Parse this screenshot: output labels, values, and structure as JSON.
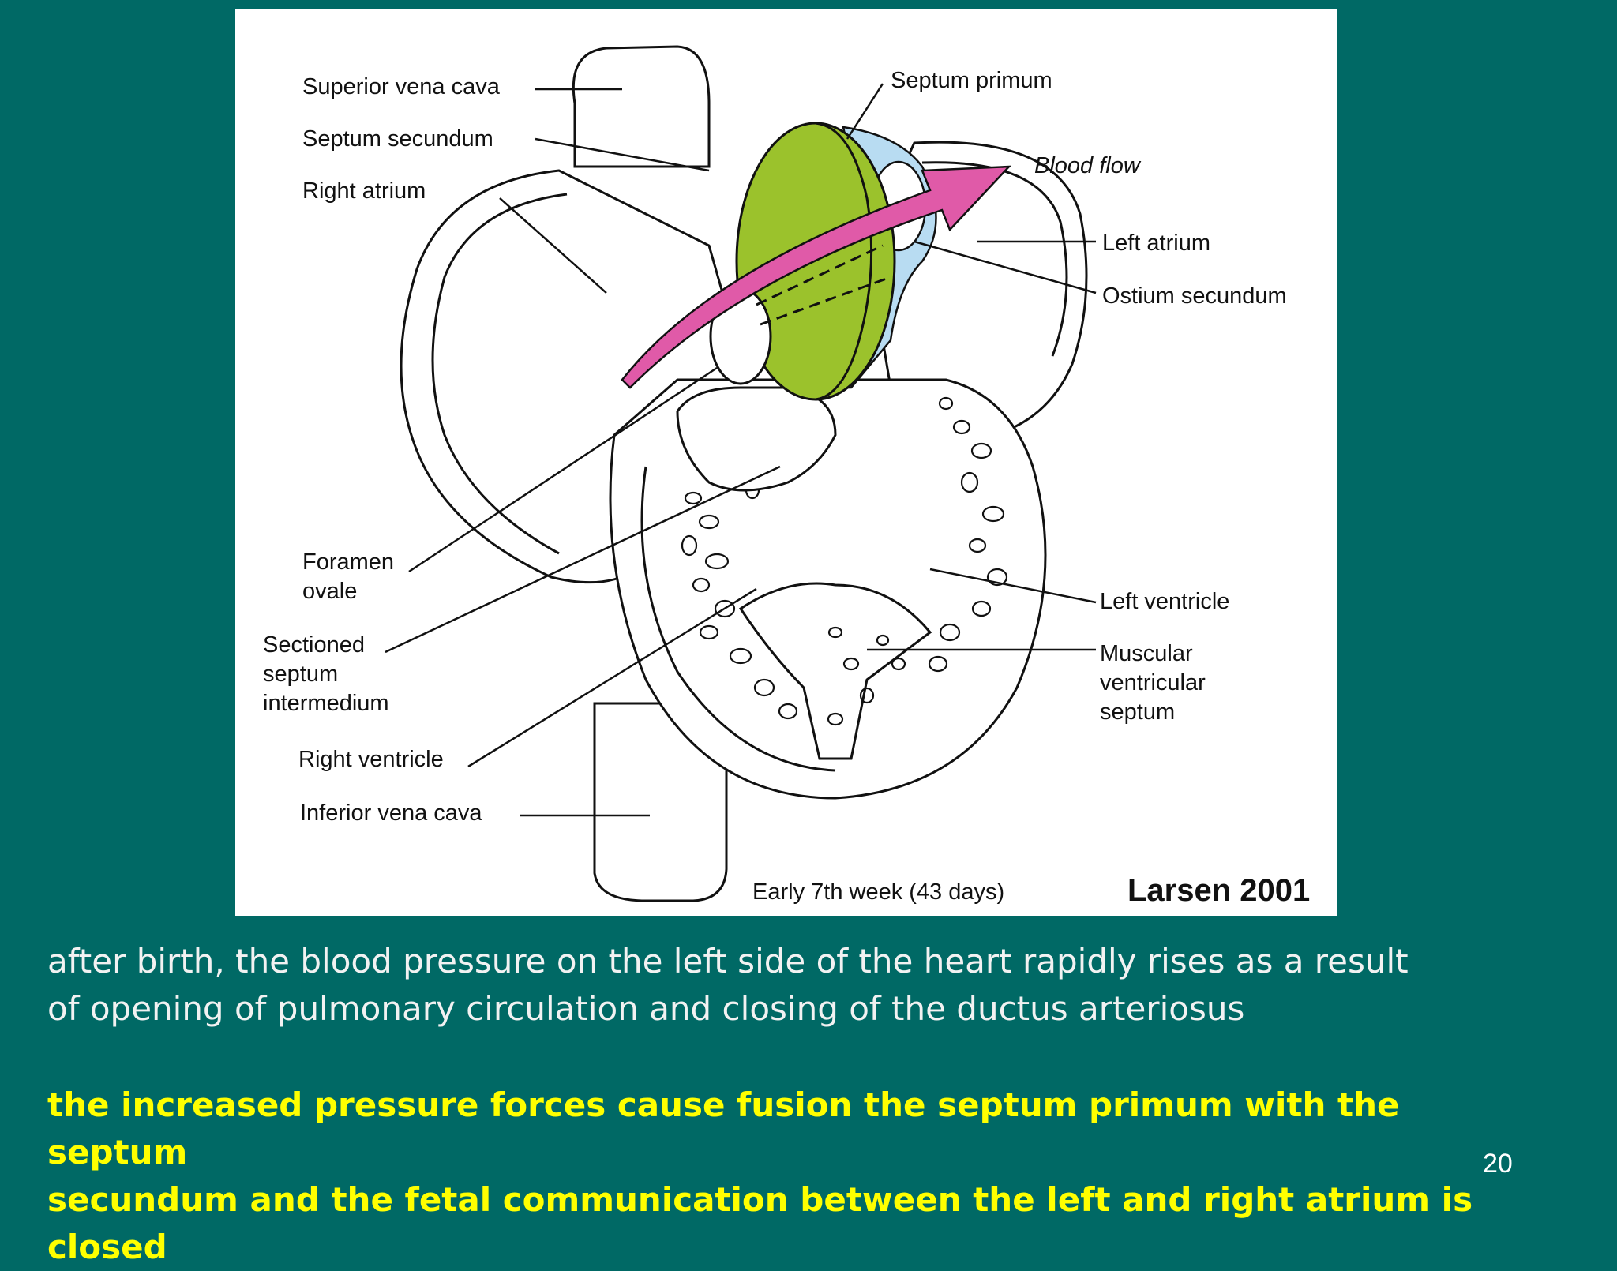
{
  "figure": {
    "labels": {
      "superior_vena_cava": "Superior vena cava",
      "septum_secundum": "Septum secundum",
      "right_atrium": "Right atrium",
      "septum_primum": "Septum primum",
      "blood_flow": "Blood flow",
      "left_atrium": "Left atrium",
      "ostium_secundum": "Ostium secundum",
      "foramen_ovale_1": "Foramen",
      "foramen_ovale_2": "ovale",
      "sectioned_1": "Sectioned",
      "sectioned_2": "septum",
      "sectioned_3": "intermedium",
      "right_ventricle": "Right ventricle",
      "inferior_vena_cava": "Inferior vena cava",
      "left_ventricle": "Left ventricle",
      "muscular_1": "Muscular",
      "muscular_2": "ventricular",
      "muscular_3": "septum"
    },
    "caption": "Early 7th week (43 days)",
    "credit": "Larsen 2001",
    "colors": {
      "septum_secundum": "#9bc22c",
      "septum_primum": "#b8dcf2",
      "blood_flow_arrow": "#e05aa8"
    }
  },
  "text": {
    "para1_line1": "after birth, the blood pressure on the left side of the heart rapidly rises as a result",
    "para1_line2": "of opening of pulmonary circulation and closing of the ductus arteriosus",
    "para2_line1": "the increased pressure forces cause fusion the septum primum with the septum",
    "para2_line2": "secundum and the fetal communication between the left and right atrium is closed"
  },
  "slide_number": "20"
}
